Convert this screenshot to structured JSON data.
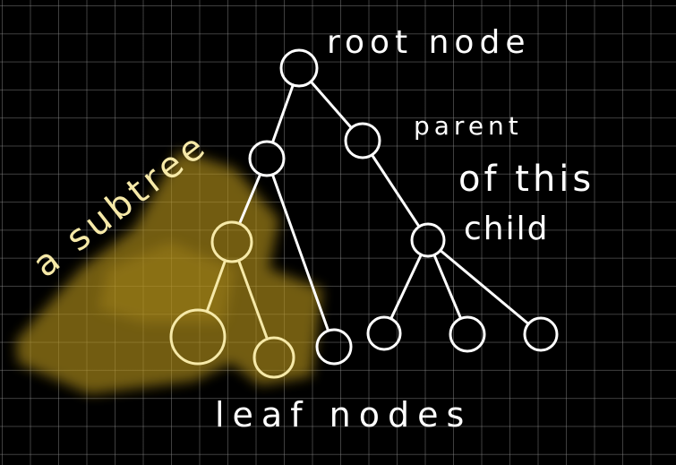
{
  "labels": {
    "root": "root node",
    "parent_line1": "parent",
    "parent_line2": "of this",
    "parent_line3": "child",
    "leaf": "leaf nodes",
    "subtree": "a subtree"
  },
  "colors": {
    "background": "#000000",
    "grid": "#8a8a8a",
    "tree": "#ffffff",
    "subtree_stroke": "#f6e9a8",
    "subtree_highlight": "#b8951e"
  },
  "tree": {
    "nodes": [
      {
        "id": "root",
        "kind": "root"
      },
      {
        "id": "a",
        "kind": "internal"
      },
      {
        "id": "b",
        "kind": "internal"
      },
      {
        "id": "c",
        "kind": "subtree-root"
      },
      {
        "id": "d",
        "kind": "leaf"
      },
      {
        "id": "e",
        "kind": "leaf"
      },
      {
        "id": "f",
        "kind": "leaf"
      },
      {
        "id": "g",
        "kind": "leaf"
      },
      {
        "id": "h",
        "kind": "leaf"
      },
      {
        "id": "i",
        "kind": "leaf"
      },
      {
        "id": "j",
        "kind": "internal"
      }
    ],
    "edges": [
      [
        "root",
        "a"
      ],
      [
        "root",
        "b"
      ],
      [
        "a",
        "c"
      ],
      [
        "a",
        "f"
      ],
      [
        "c",
        "d"
      ],
      [
        "c",
        "e"
      ],
      [
        "b",
        "j"
      ],
      [
        "j",
        "g"
      ],
      [
        "j",
        "h"
      ],
      [
        "j",
        "i"
      ]
    ],
    "subtree_nodes": [
      "c",
      "d",
      "e"
    ]
  }
}
